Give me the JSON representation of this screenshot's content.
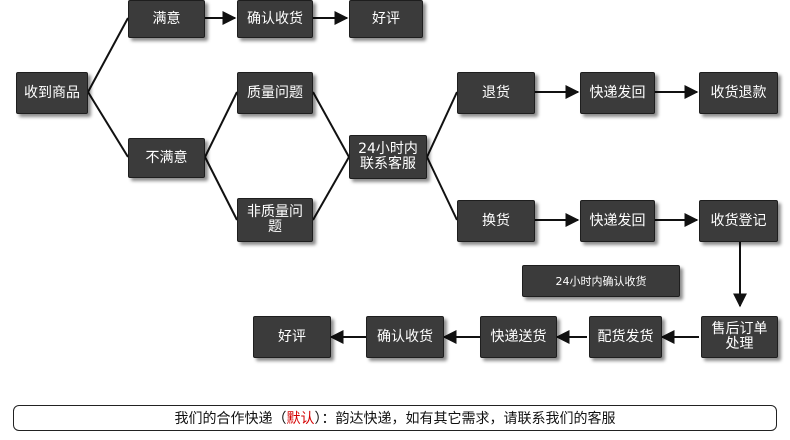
{
  "nodes": {
    "receive": "收到商品",
    "satisfied": "满意",
    "confirm_top": "确认收货",
    "good_top": "好评",
    "unsatisfied": "不满意",
    "quality": "质量问题",
    "non_quality": "非质量问\n题",
    "service": "24小时内\n联系客服",
    "return": "退货",
    "ship_back_1": "快递发回",
    "refund": "收货退款",
    "exchange": "换货",
    "ship_back_2": "快递发回",
    "register": "收货登记",
    "confirm_24h": "24小时内确认收货",
    "after_sale": "售后订单\n处理",
    "dispatch": "配货发货",
    "deliver": "快递送货",
    "confirm_bottom": "确认收货",
    "good_bottom": "好评"
  },
  "footer": {
    "prefix": "我们的合作快递（",
    "highlight": "默认",
    "suffix": "）：韵达快递，如有其它需求，请联系我们的客服"
  },
  "colors": {
    "node_bg": "#3b3b3b",
    "node_text": "#ffffff",
    "highlight": "#d40000"
  }
}
